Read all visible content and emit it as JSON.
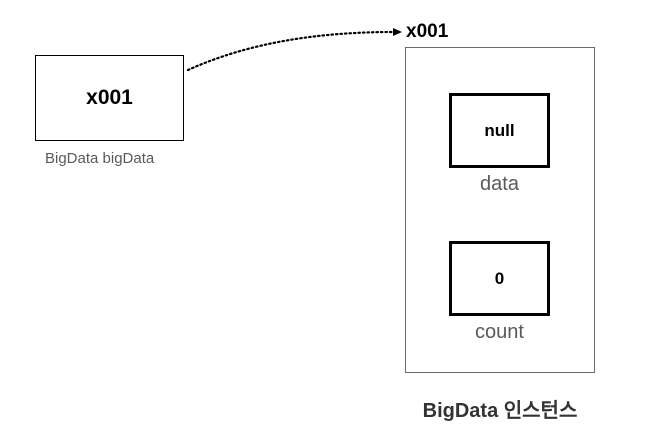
{
  "reference": {
    "value": "x001",
    "caption": "BigData bigData"
  },
  "instance": {
    "address_label": "x001",
    "title": "BigData 인스턴스",
    "fields": [
      {
        "value": "null",
        "name": "data"
      },
      {
        "value": "0",
        "name": "count"
      }
    ]
  }
}
